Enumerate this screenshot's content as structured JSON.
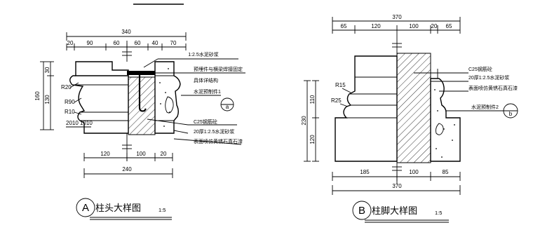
{
  "detail_a": {
    "title": "柱头大样图",
    "marker": "A",
    "scale": "1:5",
    "top_total": "340",
    "top_segments": [
      "20",
      "90",
      "60",
      "60",
      "40",
      "70"
    ],
    "left_total": "160",
    "left_segments": [
      "30",
      "130"
    ],
    "radius_labels": [
      "R20",
      "R90",
      "R10"
    ],
    "small_dims": "2010 1010",
    "bottom_segments": [
      "120",
      "100",
      "20"
    ],
    "bottom_total": "240",
    "notes": {
      "mortar": "1:2.5水泥砂浆",
      "embed_line1": "预埋件与横梁焊接固定",
      "embed_line2": "具体详结构",
      "precast": "水泥预制件1",
      "concrete": "C25钢筋砼",
      "mortar_thick": "20厚1:2.5水泥砂浆",
      "finish": "表面喷仿黄锈石真石漆"
    },
    "callout": "a"
  },
  "detail_b": {
    "title": "柱脚大样图",
    "marker": "B",
    "scale": "1:5",
    "top_total": "370",
    "top_segments": [
      "65",
      "120",
      "100",
      "20",
      "65"
    ],
    "left_total": "230",
    "left_segments": [
      "110",
      "120"
    ],
    "radius_labels": [
      "R15",
      "R25"
    ],
    "bottom_segments": [
      "185",
      "100",
      "85"
    ],
    "bottom_total": "370",
    "notes": {
      "concrete": "C25钢筋砼",
      "mortar_thick": "20厚1:2.5水泥砂浆",
      "finish": "表面喷仿黄锈石真石漆",
      "precast": "水泥预制件2"
    },
    "callout": "b"
  }
}
